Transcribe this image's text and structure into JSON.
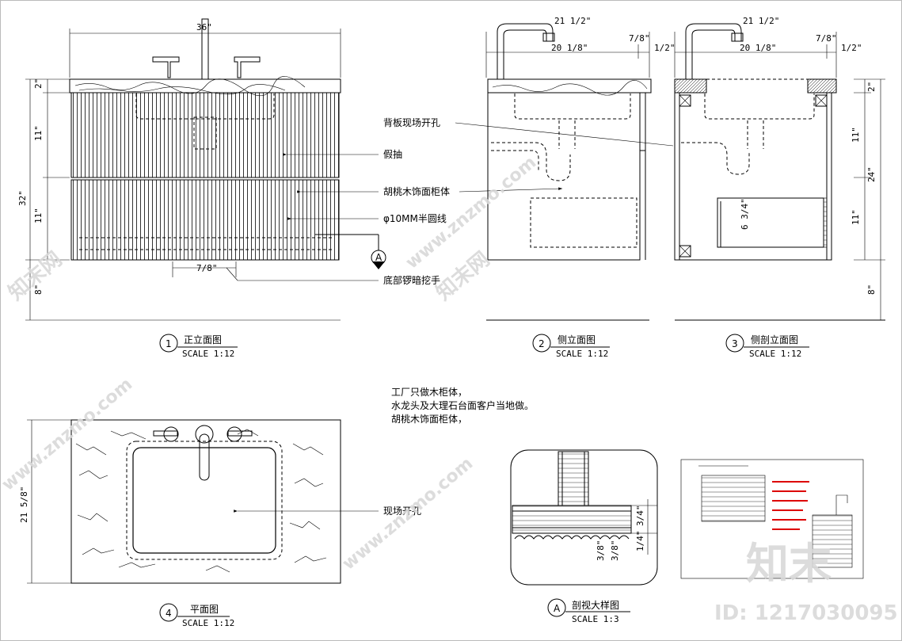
{
  "views": {
    "front": {
      "num": "1",
      "title": "正立面图",
      "scale": "SCALE 1:12"
    },
    "side": {
      "num": "2",
      "title": "侧立面图",
      "scale": "SCALE 1:12"
    },
    "section": {
      "num": "3",
      "title": "侧剖立面图",
      "scale": "SCALE 1:12"
    },
    "plan": {
      "num": "4",
      "title": "平面图",
      "scale": "SCALE 1:12"
    },
    "detail": {
      "num": "A",
      "title": "剖视大样图",
      "scale": "SCALE 1:3"
    }
  },
  "callouts": {
    "back_panel_hole": "背板现场开孔",
    "fake_drawer": "假抽",
    "walnut_cabinet": "胡桃木饰面柜体",
    "half_round_line": "φ10MM半圆线",
    "bottom_handle": "底部锣暗挖手",
    "site_hole": "现场开孔",
    "section_marker": "A"
  },
  "notes": [
    "工厂只做木柜体，",
    "水龙头及大理石台面客户当地做。",
    "胡桃木饰面柜体，"
  ],
  "dims": {
    "front_width": "36\"",
    "front_top": "2\"",
    "front_upper": "11\"",
    "front_lower": "11\"",
    "front_total": "32\"",
    "front_base": "8\"",
    "handle_width": "7/8\"",
    "side_depth_a": "21 1/2\"",
    "side_depth_b": "20 1/8\"",
    "side_depth_c": "7/8\"",
    "side_depth_d": "1/2\"",
    "section_top": "2\"",
    "section_upper": "11\"",
    "section_mid": "24\"",
    "section_lower": "11\"",
    "section_base": "8\"",
    "section_inner": "6 3/4\"",
    "plan_depth": "21 5/8\"",
    "detail_a": "3/4\"",
    "detail_b": "1/4\"",
    "detail_c": "3/8\"",
    "detail_d": "3/8\""
  },
  "watermark": {
    "site": "www.znzmo.com",
    "brand": "知末",
    "logo": "知末网",
    "id": "ID: 1217030095"
  }
}
